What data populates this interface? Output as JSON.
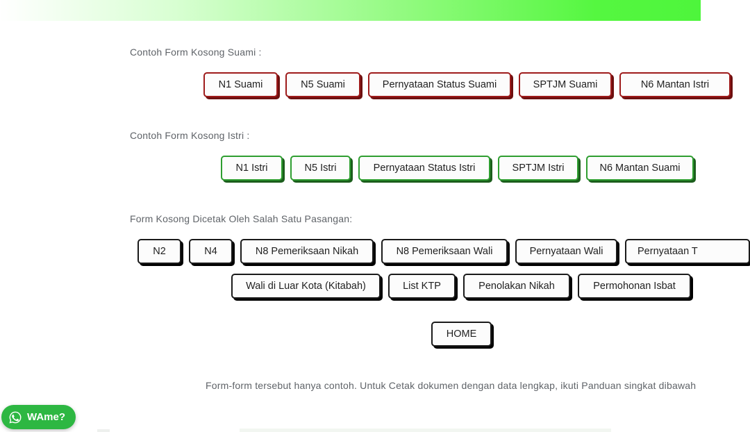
{
  "header": {
    "gradient_from": "#ffffff",
    "gradient_to": "#4ef53c"
  },
  "sections": {
    "suami": {
      "label": "Contoh Form Kosong Suami :",
      "border_color": "#9e1b1b",
      "buttons": [
        "N1 Suami",
        "N5 Suami",
        "Pernyataan Status Suami",
        "SPTJM Suami",
        "N6 Mantan Istri"
      ]
    },
    "istri": {
      "label": "Contoh Form Kosong Istri :",
      "border_color": "#2e9e30",
      "buttons": [
        "N1 Istri",
        "N5 Istri",
        "Pernyataan Status Istri",
        "SPTJM Istri",
        "N6 Mantan Suami"
      ]
    },
    "pasangan": {
      "label": "Form Kosong Dicetak Oleh Salah Satu Pasangan:",
      "border_color": "#1a1a1a",
      "row1": [
        "N2",
        "N4",
        "N8 Pemeriksaan Nikah",
        "N8 Pemeriksaan Wali",
        "Pernyataan Wali",
        "Pernyataan T"
      ],
      "row2": [
        "Wali di Luar Kota (Kitabah)",
        "List KTP",
        "Penolakan Nikah",
        "Permohonan Isbat"
      ]
    }
  },
  "home": {
    "label": "HOME"
  },
  "footer": {
    "note": "Form-form tersebut hanya contoh. Untuk Cetak dokumen dengan data lengkap, ikuti Panduan singkat dibawah"
  },
  "whatsapp": {
    "label": "WAme?",
    "color": "#2db742",
    "icon": "whatsapp-icon"
  }
}
